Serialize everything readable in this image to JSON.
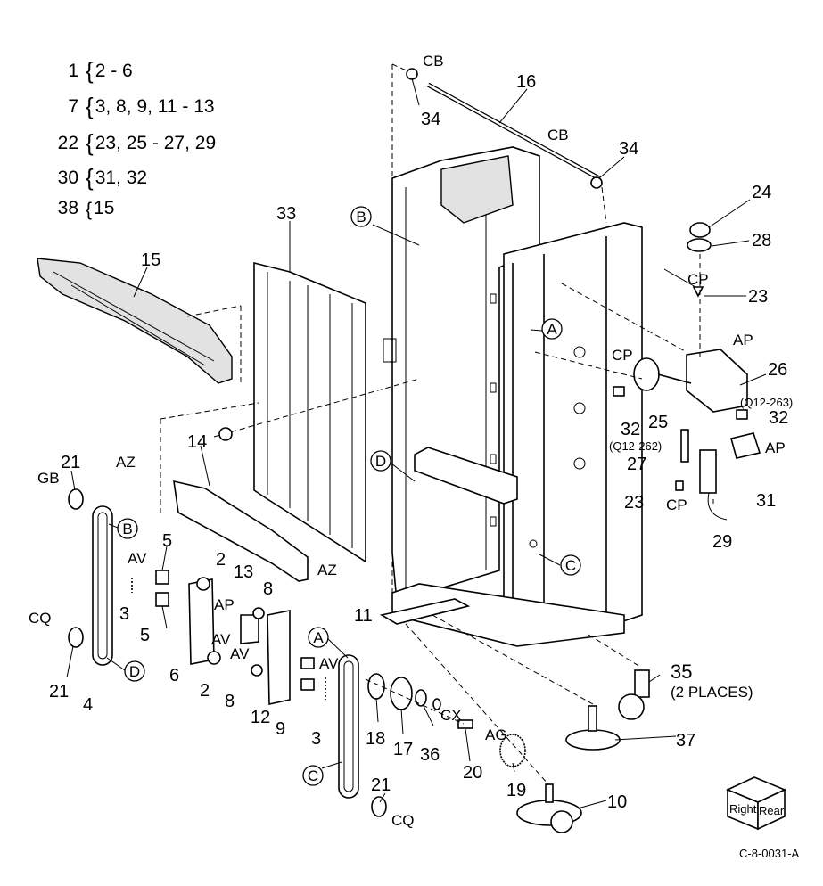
{
  "legend": [
    {
      "num": "1",
      "parts": "2 - 6",
      "brace": "{"
    },
    {
      "num": "7",
      "parts": "3, 8, 9, 11 - 13",
      "brace": "{"
    },
    {
      "num": "22",
      "parts": "23, 25 - 27, 29",
      "brace": "{"
    },
    {
      "num": "30",
      "parts": "31, 32",
      "brace": "{"
    },
    {
      "num": "38",
      "parts": "15",
      "brace": "{"
    }
  ],
  "callouts": {
    "c2a": "2",
    "c2b": "2",
    "c3a": "3",
    "c3b": "3",
    "c4": "4",
    "c5a": "5",
    "c5b": "5",
    "c6": "6",
    "c8a": "8",
    "c8b": "8",
    "c9": "9",
    "c10": "10",
    "c11": "11",
    "c12": "12",
    "c13": "13",
    "c14": "14",
    "c15": "15",
    "c16": "16",
    "c17": "17",
    "c18": "18",
    "c19": "19",
    "c20": "20",
    "c21a": "21",
    "c21b": "21",
    "c21c": "21",
    "c23a": "23",
    "c23b": "23",
    "c24": "24",
    "c25": "25",
    "c26": "26",
    "c27": "27",
    "c28": "28",
    "c29": "29",
    "c31": "31",
    "c32a": "32",
    "c32b": "32",
    "c33": "33",
    "c34a": "34",
    "c34b": "34",
    "c35": "35",
    "c36": "36",
    "c37": "37"
  },
  "notes": {
    "two_places": "(2 PLACES)",
    "q262": "(Q12-262)",
    "q263": "(Q12-263)",
    "figure_id": "C-8-0031-A"
  },
  "codes": {
    "cb1": "CB",
    "cb2": "CB",
    "az1": "AZ",
    "az2": "AZ",
    "gb": "GB",
    "av1": "AV",
    "av2": "AV",
    "av3": "AV",
    "av4": "AV",
    "cq1": "CQ",
    "cq2": "CQ",
    "ap1": "AP",
    "ap2": "AP",
    "ap3": "AP",
    "cp1": "CP",
    "cp2": "CP",
    "cp3": "CP",
    "cx": "CX",
    "ag": "AG"
  },
  "refs": {
    "ra": "A",
    "rb": "B",
    "rc": "C",
    "rd": "D",
    "ra2": "A",
    "rb2": "B",
    "rc2": "C",
    "rd2": "D"
  },
  "box_faces": {
    "right": "Right",
    "rear": "Rear"
  }
}
